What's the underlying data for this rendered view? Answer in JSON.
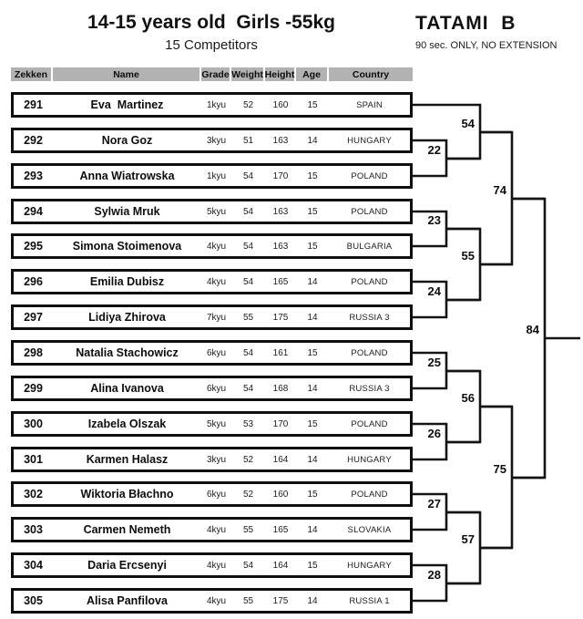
{
  "header": {
    "title": "14-15 years old  Girls -55kg",
    "subtitle": "15 Competitors",
    "tatami": "TATAMI  B",
    "note": "90 sec. ONLY, NO EXTENSION"
  },
  "table": {
    "columns": [
      "Zekken",
      "Name",
      "Grade",
      "Weight",
      "Height",
      "Age",
      "Country"
    ],
    "rows": [
      {
        "zekken": "291",
        "name": "Eva  Martinez",
        "grade": "1kyu",
        "weight": "52",
        "height": "160",
        "age": "15",
        "country": "SPAIN"
      },
      {
        "zekken": "292",
        "name": "Nora Goz",
        "grade": "3kyu",
        "weight": "51",
        "height": "163",
        "age": "14",
        "country": "HUNGARY"
      },
      {
        "zekken": "293",
        "name": "Anna Wiatrowska",
        "grade": "1kyu",
        "weight": "54",
        "height": "170",
        "age": "15",
        "country": "POLAND"
      },
      {
        "zekken": "294",
        "name": "Sylwia Mruk",
        "grade": "5kyu",
        "weight": "54",
        "height": "163",
        "age": "15",
        "country": "POLAND"
      },
      {
        "zekken": "295",
        "name": "Simona Stoimenova",
        "grade": "4kyu",
        "weight": "54",
        "height": "163",
        "age": "15",
        "country": "BULGARIA"
      },
      {
        "zekken": "296",
        "name": "Emilia Dubisz",
        "grade": "4kyu",
        "weight": "54",
        "height": "165",
        "age": "14",
        "country": "POLAND"
      },
      {
        "zekken": "297",
        "name": "Lidiya Zhirova",
        "grade": "7kyu",
        "weight": "55",
        "height": "175",
        "age": "14",
        "country": "RUSSIA 3"
      },
      {
        "zekken": "298",
        "name": "Natalia Stachowicz",
        "grade": "6kyu",
        "weight": "54",
        "height": "161",
        "age": "15",
        "country": "POLAND"
      },
      {
        "zekken": "299",
        "name": "Alina Ivanova",
        "grade": "6kyu",
        "weight": "54",
        "height": "168",
        "age": "14",
        "country": "RUSSIA 3"
      },
      {
        "zekken": "300",
        "name": "Izabela Olszak",
        "grade": "5kyu",
        "weight": "53",
        "height": "170",
        "age": "15",
        "country": "POLAND"
      },
      {
        "zekken": "301",
        "name": "Karmen Halasz",
        "grade": "3kyu",
        "weight": "52",
        "height": "164",
        "age": "14",
        "country": "HUNGARY"
      },
      {
        "zekken": "302",
        "name": "Wiktoria Błachno",
        "grade": "6kyu",
        "weight": "52",
        "height": "160",
        "age": "15",
        "country": "POLAND"
      },
      {
        "zekken": "303",
        "name": "Carmen Nemeth",
        "grade": "4kyu",
        "weight": "55",
        "height": "165",
        "age": "14",
        "country": "SLOVAKIA"
      },
      {
        "zekken": "304",
        "name": "Daria Ercsenyi",
        "grade": "4kyu",
        "weight": "54",
        "height": "164",
        "age": "15",
        "country": "HUNGARY"
      },
      {
        "zekken": "305",
        "name": "Alisa Panfilova",
        "grade": "4kyu",
        "weight": "55",
        "height": "175",
        "age": "14",
        "country": "RUSSIA 1"
      }
    ]
  },
  "bracket": {
    "matches": [
      {
        "number": "22",
        "round": 1,
        "inputs": [
          "c292",
          "c293"
        ]
      },
      {
        "number": "23",
        "round": 1,
        "inputs": [
          "c294",
          "c295"
        ]
      },
      {
        "number": "24",
        "round": 1,
        "inputs": [
          "c296",
          "c297"
        ]
      },
      {
        "number": "25",
        "round": 1,
        "inputs": [
          "c298",
          "c299"
        ]
      },
      {
        "number": "26",
        "round": 1,
        "inputs": [
          "c300",
          "c301"
        ]
      },
      {
        "number": "27",
        "round": 1,
        "inputs": [
          "c302",
          "c303"
        ]
      },
      {
        "number": "28",
        "round": 1,
        "inputs": [
          "c304",
          "c305"
        ]
      },
      {
        "number": "54",
        "round": 2,
        "inputs": [
          "c291",
          "m22"
        ]
      },
      {
        "number": "55",
        "round": 2,
        "inputs": [
          "m23",
          "m24"
        ]
      },
      {
        "number": "56",
        "round": 2,
        "inputs": [
          "m25",
          "m26"
        ]
      },
      {
        "number": "57",
        "round": 2,
        "inputs": [
          "m27",
          "m28"
        ]
      },
      {
        "number": "74",
        "round": 3,
        "inputs": [
          "m54",
          "m55"
        ]
      },
      {
        "number": "75",
        "round": 3,
        "inputs": [
          "m56",
          "m57"
        ]
      },
      {
        "number": "84",
        "round": 4,
        "inputs": [
          "m74",
          "m75"
        ]
      }
    ]
  },
  "colors": {
    "line": "#141414",
    "header_bg": "#b2b2b2",
    "text": "#111111"
  }
}
